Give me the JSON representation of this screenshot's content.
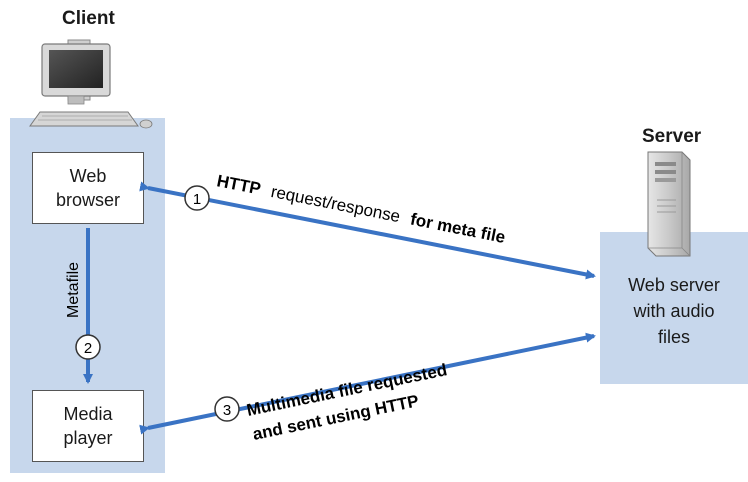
{
  "client": {
    "title": "Client",
    "web_browser_label": "Web\nbrowser",
    "media_player_label": "Media\nplayer",
    "metafile_label": "Metafile"
  },
  "server": {
    "title": "Server",
    "label": "Web server\nwith audio\nfiles"
  },
  "steps": [
    {
      "number": "1",
      "text_normal": "request/response",
      "text_bold_start": "HTTP",
      "text_bold_end": "for meta file"
    },
    {
      "number": "2"
    },
    {
      "number": "3",
      "line1": "Multimedia file requested",
      "line2": "and sent using HTTP"
    }
  ],
  "colors": {
    "panel": "#c7d7ec",
    "arrow": "#3a73c4",
    "box_border": "#555555"
  }
}
